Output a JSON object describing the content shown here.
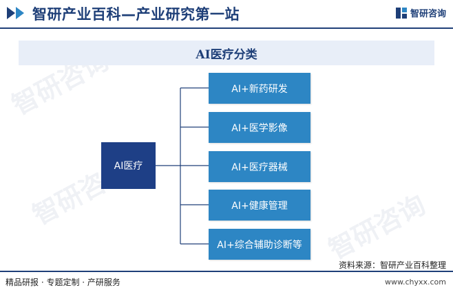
{
  "header": {
    "title": "智研产业百科—产业研究第一站",
    "brand": "智研咨询"
  },
  "diagram": {
    "title": "AI医疗分类",
    "root": "AI医疗",
    "children": [
      "AI+新药研发",
      "AI+医学影像",
      "AI+医疗器械",
      "AI+健康管理",
      "AI+综合辅助诊断等"
    ]
  },
  "footer": {
    "source": "资料来源：智研产业百科整理",
    "services": "精品研报 · 专题定制 · 产研服务",
    "url": "www.chyxx.com"
  },
  "watermark": {
    "text": "智研咨询"
  },
  "colors": {
    "primary": "#1e3f78",
    "root_node": "#1e3f86",
    "leaf_node": "#2d86c4",
    "title_bar": "#e8eef8"
  }
}
